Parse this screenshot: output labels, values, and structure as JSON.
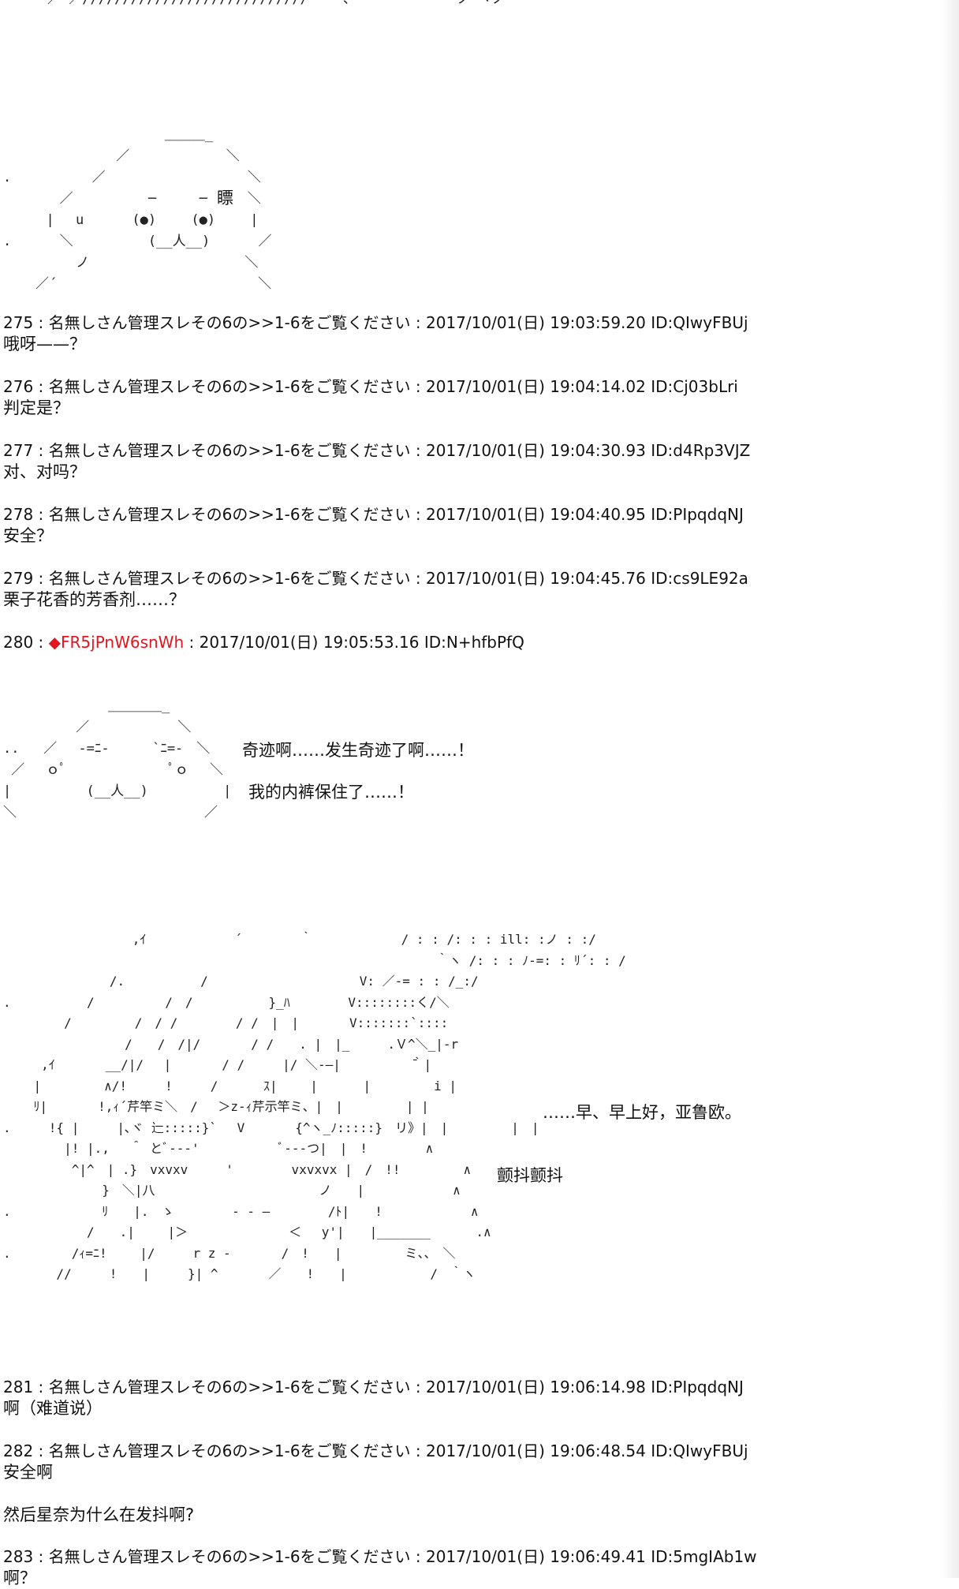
{
  "thread": {
    "top_fragment": "／ ／//////////////////////////// ￣ー、　　　　　￣　　ノ ヽノ",
    "art1": {
      "lines": [
        "                    ＿＿＿_",
        "              ／ 　　　　　　 ＼",
        ".          ／　　　　　　　　　　 ＼",
        "       ／　　　　　 ─　 　 ─　　　＼",
        "　 　 |　 u　　　 (●)　　 (●)　　 |",
        ".      ＼　　　　　 (__人__)　　　 ／",
        "         ノ　　　　　　 　　　　　＼",
        "    ／´　　　　　　　　　　　　　　　＼"
      ],
      "side_text": "瞟"
    },
    "posts_a": [
      {
        "num": "275",
        "name": "名無しさん管理スレその6の>>1-6をご覧ください",
        "date": "2017/10/01(日) 19:03:59.20",
        "id": "ID:QIwyFBUj",
        "body": "哦呀——？"
      },
      {
        "num": "276",
        "name": "名無しさん管理スレその6の>>1-6をご覧ください",
        "date": "2017/10/01(日) 19:04:14.02",
        "id": "ID:Cj03bLri",
        "body": "判定是？"
      },
      {
        "num": "277",
        "name": "名無しさん管理スレその6の>>1-6をご覧ください",
        "date": "2017/10/01(日) 19:04:30.93",
        "id": "ID:d4Rp3VJZ",
        "body": "对、对吗？"
      },
      {
        "num": "278",
        "name": "名無しさん管理スレその6の>>1-6をご覧ください",
        "date": "2017/10/01(日) 19:04:40.95",
        "id": "ID:PIpqdqNJ",
        "body": "安全？"
      },
      {
        "num": "279",
        "name": "名無しさん管理スレその6の>>1-6をご覧ください",
        "date": "2017/10/01(日) 19:04:45.76",
        "id": "ID:cs9LE92a",
        "body": "栗子花香的芳香剂……？"
      }
    ],
    "post_280": {
      "num": "280",
      "trip": "◆FR5jPnW6snWh",
      "date": "2017/10/01(日) 19:05:53.16",
      "id": "ID:N+hfbPfQ"
    },
    "art2": {
      "lines": [
        "             ＿＿＿＿_",
        "         ／ 　　　　　　＼",
        "..   ／ 　‐=ﾆ-　 　 `ﾆ=‐　＼",
        " ／　 ｏﾟ　　　　　　 　ﾟｏ　 ＼",
        "|　　　　　 (__人__)　　　　　 |",
        "＼　　　　　　　　　　　　　　／"
      ],
      "line1": "奇迹啊……发生奇迹了啊……！",
      "line2": "我的内裤保住了……！"
    },
    "art3": {
      "lines": [
        "                 ,ｲ　　　　　　　´　　　　 ｀　　　　　　　/ : : /: : : ill: :ノ : :/",
        "                                                         ｀ヽ /: : : ﾉ-=: : ﾘ´: : /",
        "              /.　　　　　　/　　　　　　　　　　　　V: ／-= : : /_:/",
        ".          /　　　　　 /　/　　　　　　}_ﾊ　　　　 V::::::::く/＼",
        "        /　　　　　/　/ /　　　　 / /　|　|　　　　V:::::::`::::",
        "                /　　/　/|/　　　　/ /　　. |　|_　　　.Ｖ^＼_|-r",
        "     ,ｲ　　　　__/|/　 |　　　　/ /　　　|/ ＼-―|　　　　　 ̄｀|",
        "    |　　　　　∧/!　　　!　　　/　　　 ｽ|　　 |　　　 |　　　　　i |",
        "    ﾘ|　　　　!,ｨ´芹竿ミ＼　/　 ＞z‐ｨ芹示竿ミ、|　|　　　　　| |",
        ".     !{ |　　　|､ヾ 辷:::::}`　 V　　　　{^ヽ_ﾉ:::::}　リ》|　|　　　　　|　|",
        "        |! |.,　 ＾ とﾞ--‐'　　　　　　 ﾞ---つ|　|　!　　　　 ∧",
        "         ^|^　| .}　vxvxv　　　'　　　　 vxvxvx |　/　!!　　　　　∧",
        "             }　＼|八　　　　　　　　　　　　　ノ　　|　　　　　　　∧",
        ".            ﾘ　　|.　ゝ　　　　 ‐ ‐ ―　　　　 /ﾄ|　　!　　　　　　　∧",
        "           /　　.|　　 |＞　　　　　　　　＜　 y'|　　|_______　　　 .∧",
        ".        /ｨ=ﾆ!　　 |/　　　r z ‐　　　　/　!　　|　　　　　ミ、、　＼",
        "       //　　　!　　|　　　}| ^　　　　／　　!　　|　　　　　　 /　｀ヽ"
      ],
      "line1": "……早、早上好，亚鲁欧。",
      "line2": "颤抖颤抖"
    },
    "posts_b": [
      {
        "num": "281",
        "name": "名無しさん管理スレその6の>>1-6をご覧ください",
        "date": "2017/10/01(日) 19:06:14.98",
        "id": "ID:PIpqdqNJ",
        "body": "啊（难道说）"
      },
      {
        "num": "282",
        "name": "名無しさん管理スレその6の>>1-6をご覧ください",
        "date": "2017/10/01(日) 19:06:48.54",
        "id": "ID:QIwyFBUj",
        "body": "安全啊",
        "extra": "然后星奈为什么在发抖啊?"
      },
      {
        "num": "283",
        "name": "名無しさん管理スレその6の>>1-6をご覧ください",
        "date": "2017/10/01(日) 19:06:49.41",
        "id": "ID:5mgIAb1w",
        "body": "啊？"
      }
    ],
    "separator": " : ",
    "colors": {
      "trip": "#e4141e",
      "text": "#111111",
      "background": "#ffffff"
    }
  }
}
